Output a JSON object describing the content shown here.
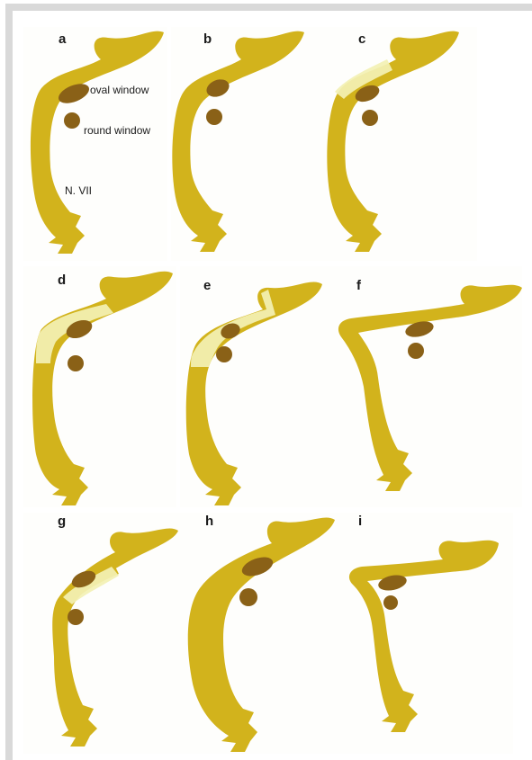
{
  "colors": {
    "nerve": "#D2B31C",
    "window": "#8A6117",
    "highlight": "#F3F1B4",
    "frame": "#D9D9D9",
    "panel_bg": "#FEFEFC",
    "text": "#1A1A1A"
  },
  "panels": [
    {
      "letter": "a",
      "variant": "normal"
    },
    {
      "letter": "b",
      "variant": "normal"
    },
    {
      "letter": "c",
      "variant": "normal-highlight-upper"
    },
    {
      "letter": "d",
      "variant": "normal-highlight-mid"
    },
    {
      "letter": "e",
      "variant": "normal-highlight-long"
    },
    {
      "letter": "f",
      "variant": "angular"
    },
    {
      "letter": "g",
      "variant": "split-highlight"
    },
    {
      "letter": "h",
      "variant": "wide"
    },
    {
      "letter": "i",
      "variant": "angular-low"
    }
  ],
  "labels": {
    "oval_window": "oval window",
    "round_window": "round window",
    "nerve": "N. VII"
  }
}
